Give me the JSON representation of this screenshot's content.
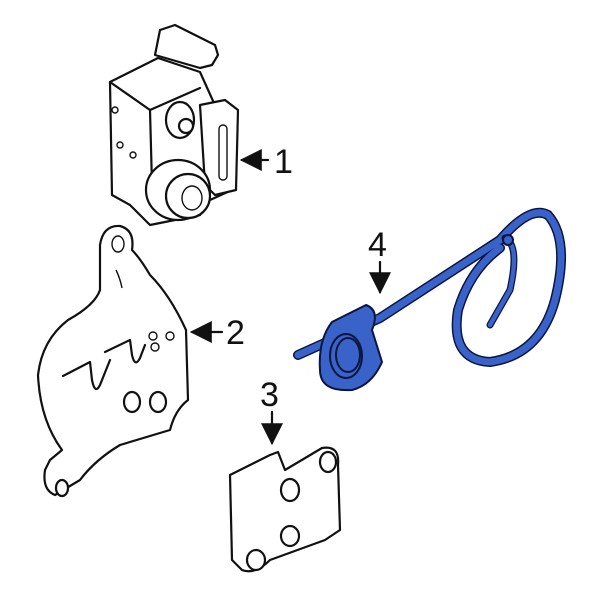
{
  "diagram": {
    "type": "exploded parts diagram",
    "highlight_color": "#3a63c9",
    "outline_color": "#111111",
    "background": "#ffffff"
  },
  "callouts": [
    {
      "number": "1",
      "part": "abs-modulator-unit"
    },
    {
      "number": "2",
      "part": "mounting-bracket"
    },
    {
      "number": "3",
      "part": "cover-plate"
    },
    {
      "number": "4",
      "part": "sensor-cable-highlighted"
    }
  ]
}
